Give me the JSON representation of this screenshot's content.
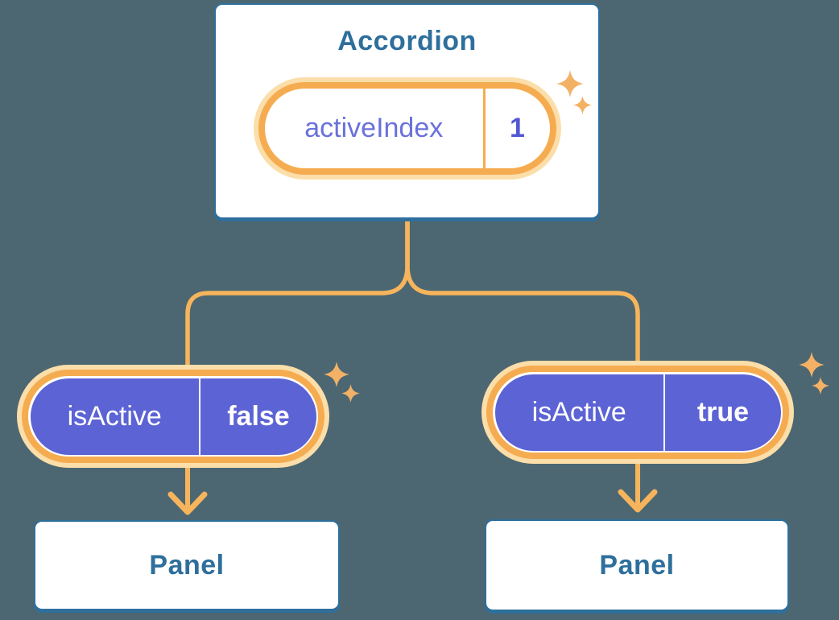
{
  "colors": {
    "background": "#4C6771",
    "card_border": "#2E6F9C",
    "heading_text": "#2E6F9C",
    "orange_ring": "#F5AC50",
    "orange_glow": "#FBDEA9",
    "orange_line": "#F6B45C",
    "sparkle": "#F3B166",
    "purple_fill": "#5C63D4",
    "purple_label": "#6A71DC",
    "purple_value": "#5257D2"
  },
  "diagram": {
    "parent": {
      "title": "Accordion",
      "state_pill": {
        "label": "activeIndex",
        "value": "1"
      }
    },
    "children": [
      {
        "prop_pill": {
          "label": "isActive",
          "value": "false"
        },
        "panel_label": "Panel"
      },
      {
        "prop_pill": {
          "label": "isActive",
          "value": "true"
        },
        "panel_label": "Panel"
      }
    ]
  }
}
